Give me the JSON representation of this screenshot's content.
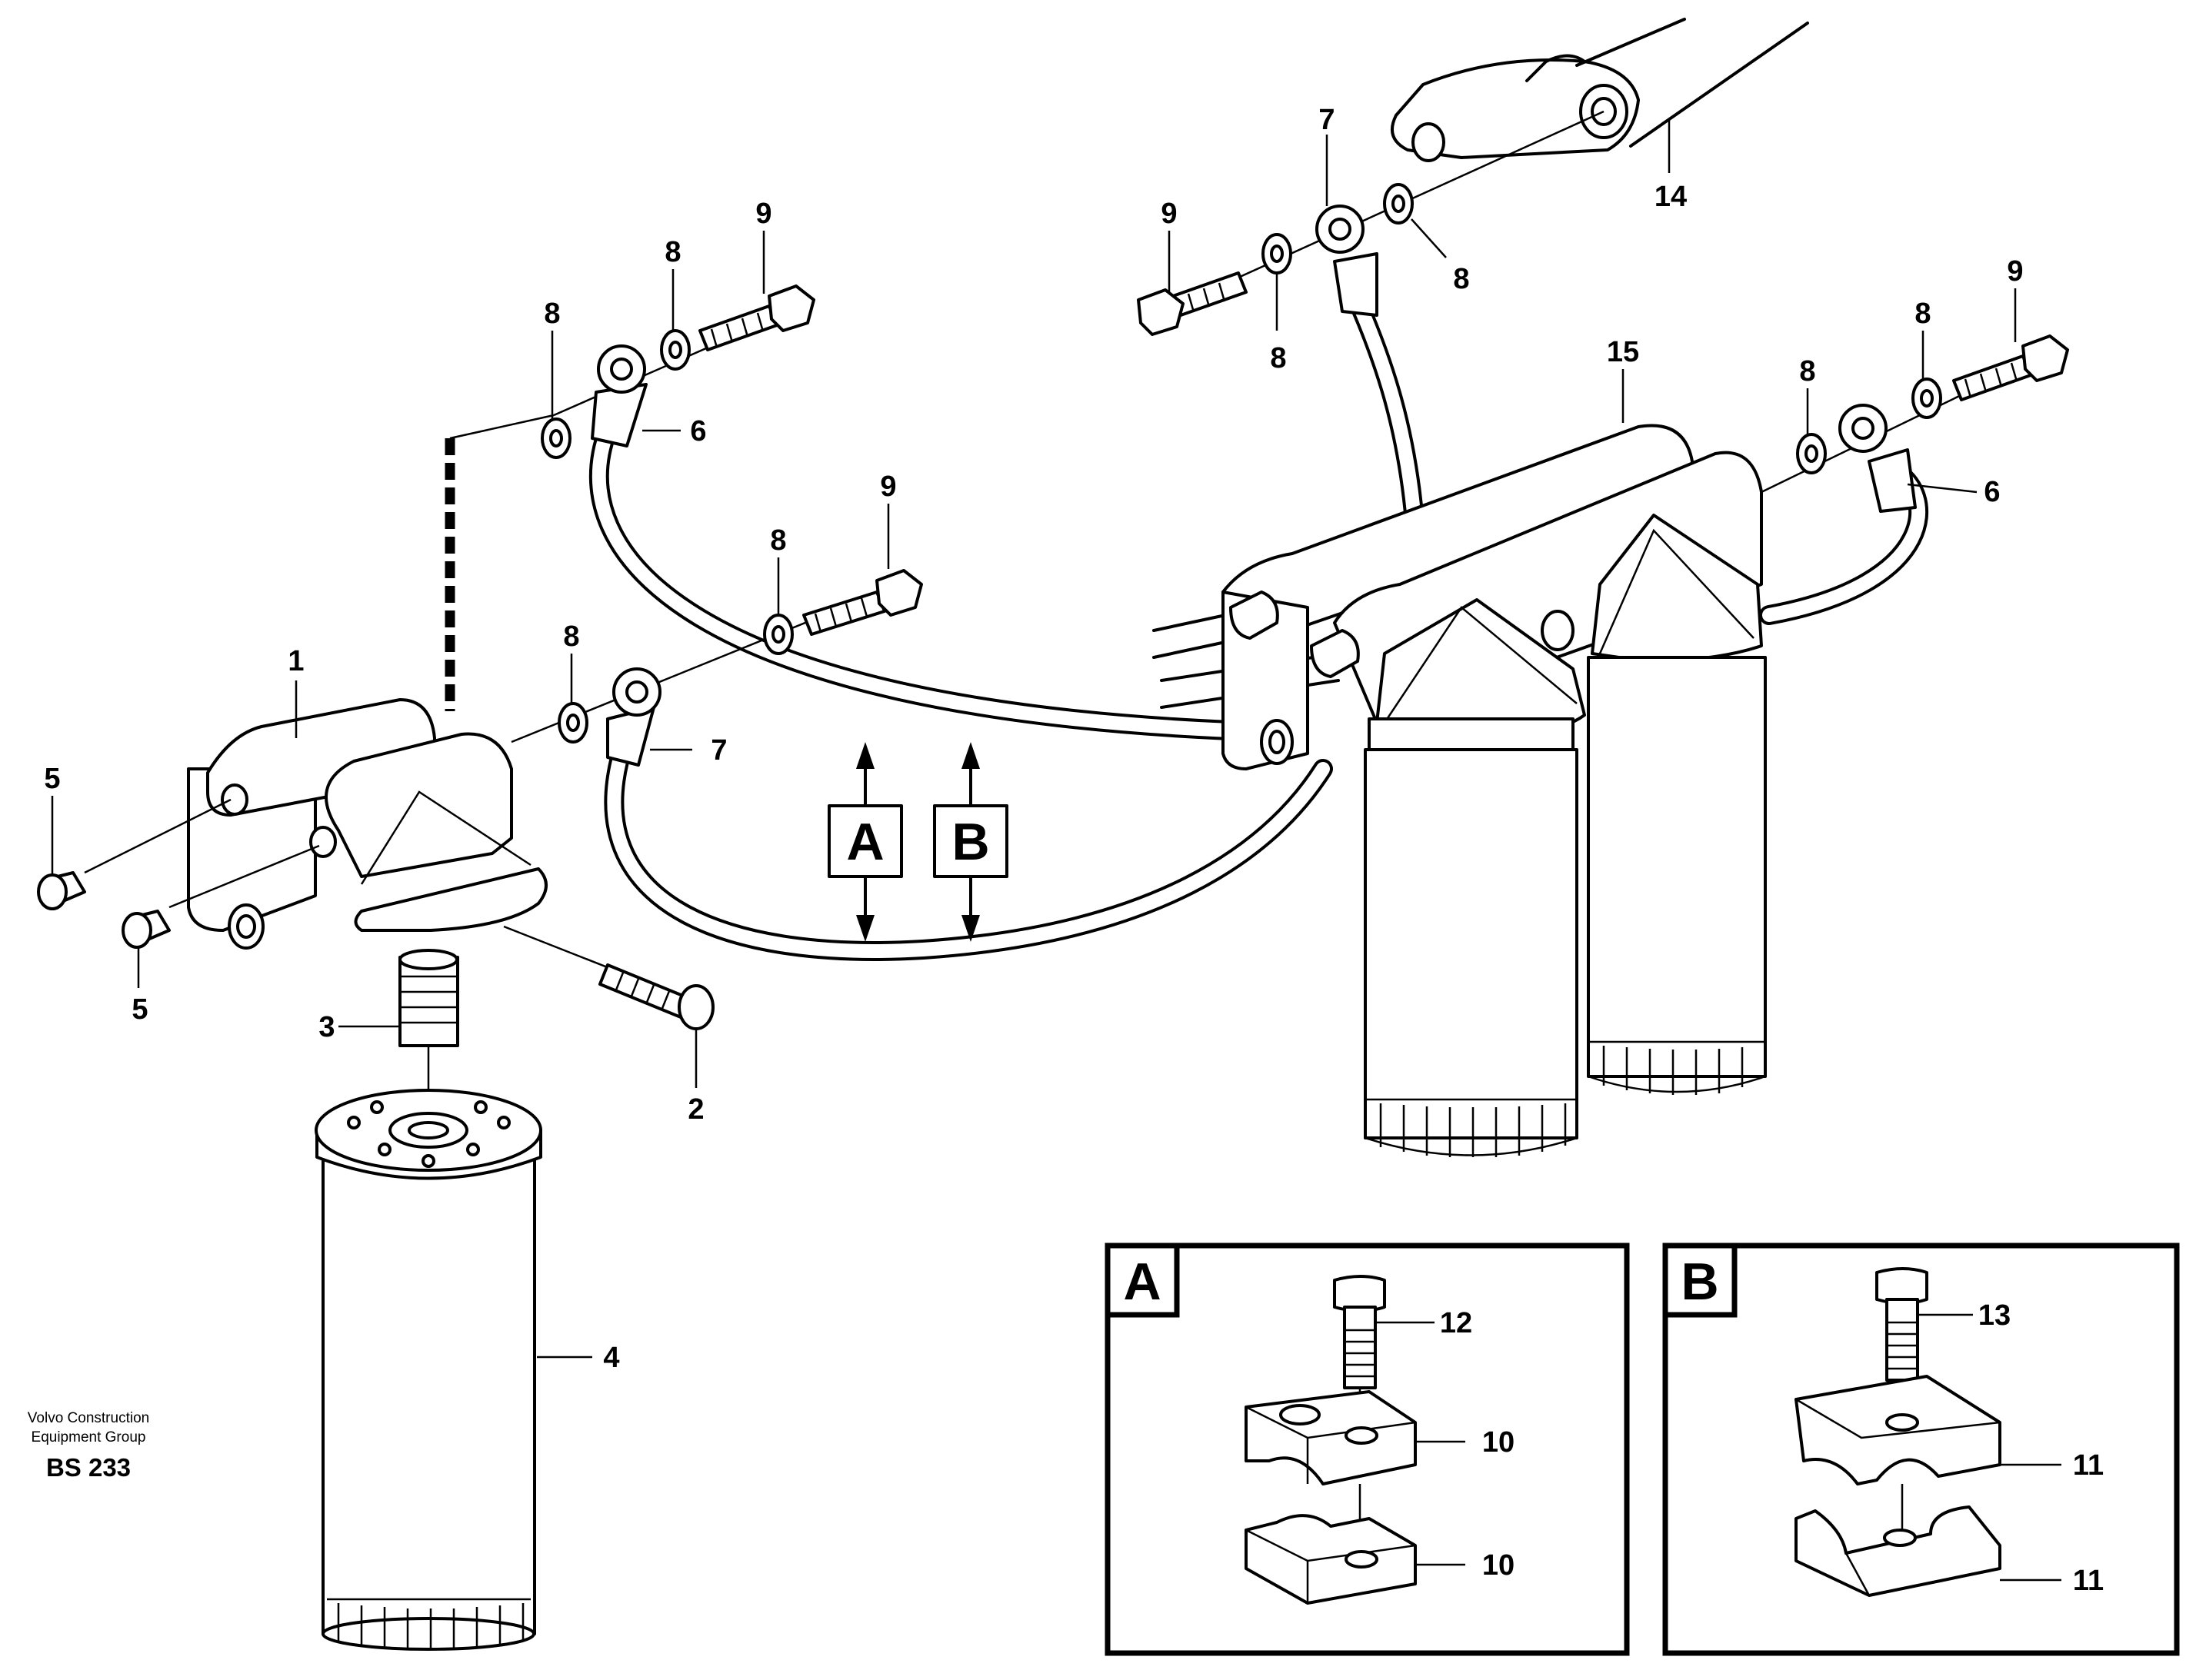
{
  "callouts": {
    "c1": "1",
    "c2": "2",
    "c3": "3",
    "c4": "4",
    "c5a": "5",
    "c5b": "5",
    "c6a": "6",
    "c6b": "6",
    "c7a": "7",
    "c7b": "7",
    "c8a": "8",
    "c8b": "8",
    "c8c": "8",
    "c8d": "8",
    "c8e": "8",
    "c8f": "8",
    "c8g": "8",
    "c8h": "8",
    "c9a": "9",
    "c9b": "9",
    "c9c": "9",
    "c9d": "9",
    "c10a": "10",
    "c10b": "10",
    "c11a": "11",
    "c11b": "11",
    "c12": "12",
    "c13": "13",
    "c14": "14",
    "c15": "15"
  },
  "section_markers": {
    "a": "A",
    "b": "B"
  },
  "detail_boxes": {
    "a_title": "A",
    "b_title": "B"
  },
  "credit": {
    "line1": "Volvo Construction",
    "line2": "Equipment Group"
  },
  "drawing_code": "BS 233"
}
